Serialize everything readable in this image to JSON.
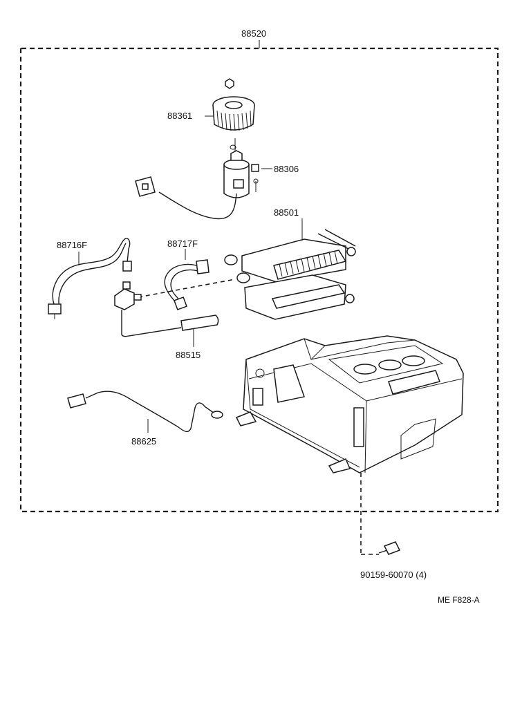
{
  "diagram": {
    "reference_code": "ME F828-A",
    "assembly": {
      "part_number": "88520"
    },
    "parts": [
      {
        "id": "blower-fan",
        "part_number": "88361"
      },
      {
        "id": "blower-motor",
        "part_number": "88306"
      },
      {
        "id": "evaporator",
        "part_number": "88501"
      },
      {
        "id": "suction-hose",
        "part_number": "88716F"
      },
      {
        "id": "liquid-hose",
        "part_number": "88717F"
      },
      {
        "id": "expansion-valve",
        "part_number": "88515"
      },
      {
        "id": "thermistor-wire",
        "part_number": "88625"
      },
      {
        "id": "bolt",
        "part_number": "90159-60070 (4)"
      }
    ]
  }
}
